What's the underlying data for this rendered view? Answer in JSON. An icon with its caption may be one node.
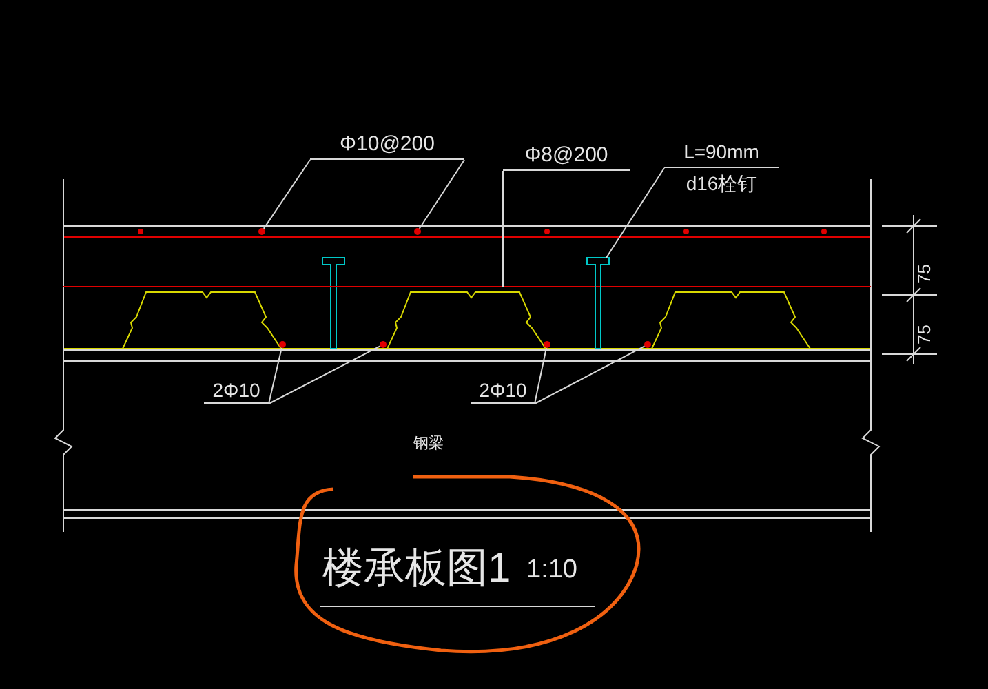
{
  "diagram": {
    "title": "楼承板图1",
    "nodes": [
      {
        "text": [
          "Φ10@200"
        ]
      },
      {
        "text": [
          "Φ8@200"
        ]
      },
      {
        "text": [
          "L=90mm",
          "d16栓钉"
        ]
      },
      {
        "text": [
          "2Φ10"
        ]
      },
      {
        "text": [
          "2Φ10"
        ]
      },
      {
        "text": [],
        "shape": "circle"
      },
      {
        "text": [],
        "shape": "circle"
      },
      {
        "text": [],
        "shape": "bar"
      },
      {
        "text": [],
        "shape": "bar"
      },
      {
        "text": [],
        "shape": "circle"
      },
      {
        "text": [],
        "shape": "circle"
      },
      {
        "text": [],
        "shape": "circle"
      },
      {
        "text": [],
        "shape": "circle"
      }
    ],
    "edges": [
      {
        "from": 0,
        "to": 5,
        "arrow": "none"
      },
      {
        "from": 0,
        "to": 6,
        "arrow": "none"
      },
      {
        "from": 1,
        "to": 7,
        "arrow": "none"
      },
      {
        "from": 2,
        "to": 8,
        "arrow": "none"
      },
      {
        "from": 3,
        "to": 9,
        "arrow": "none"
      },
      {
        "from": 3,
        "to": 10,
        "arrow": "none"
      },
      {
        "from": 4,
        "to": 11,
        "arrow": "none"
      },
      {
        "from": 4,
        "to": 12,
        "arrow": "none"
      }
    ],
    "labels": [
      "75",
      "75",
      "钢梁",
      "1:10"
    ]
  }
}
